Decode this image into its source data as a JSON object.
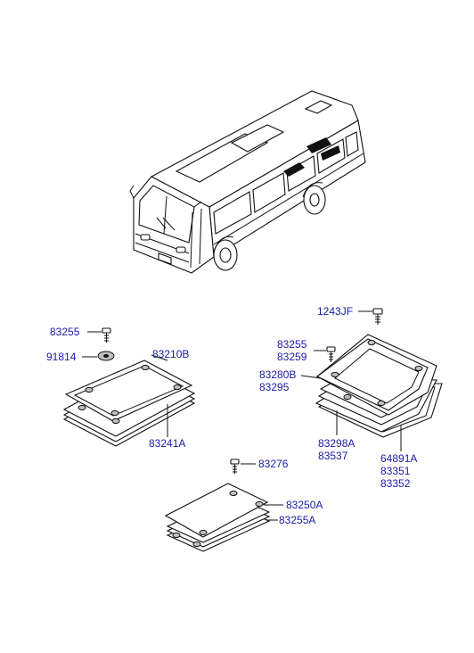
{
  "diagram": {
    "labels": {
      "l_1243jf": "1243JF",
      "l_83255_left": "83255",
      "l_91814": "91814",
      "l_83210b": "83210B",
      "l_83241a": "83241A",
      "l_83255_right": "83255",
      "l_83259": "83259",
      "l_83280b": "83280B",
      "l_83295": "83295",
      "l_83298a": "83298A",
      "l_83537": "83537",
      "l_64891a": "64891A",
      "l_83351": "83351",
      "l_83352": "83352",
      "l_83276": "83276",
      "l_83250a": "83250A",
      "l_83255a": "83255A"
    },
    "colors": {
      "label": "#1a1aa6",
      "line": "#111111",
      "background": "#ffffff"
    }
  }
}
